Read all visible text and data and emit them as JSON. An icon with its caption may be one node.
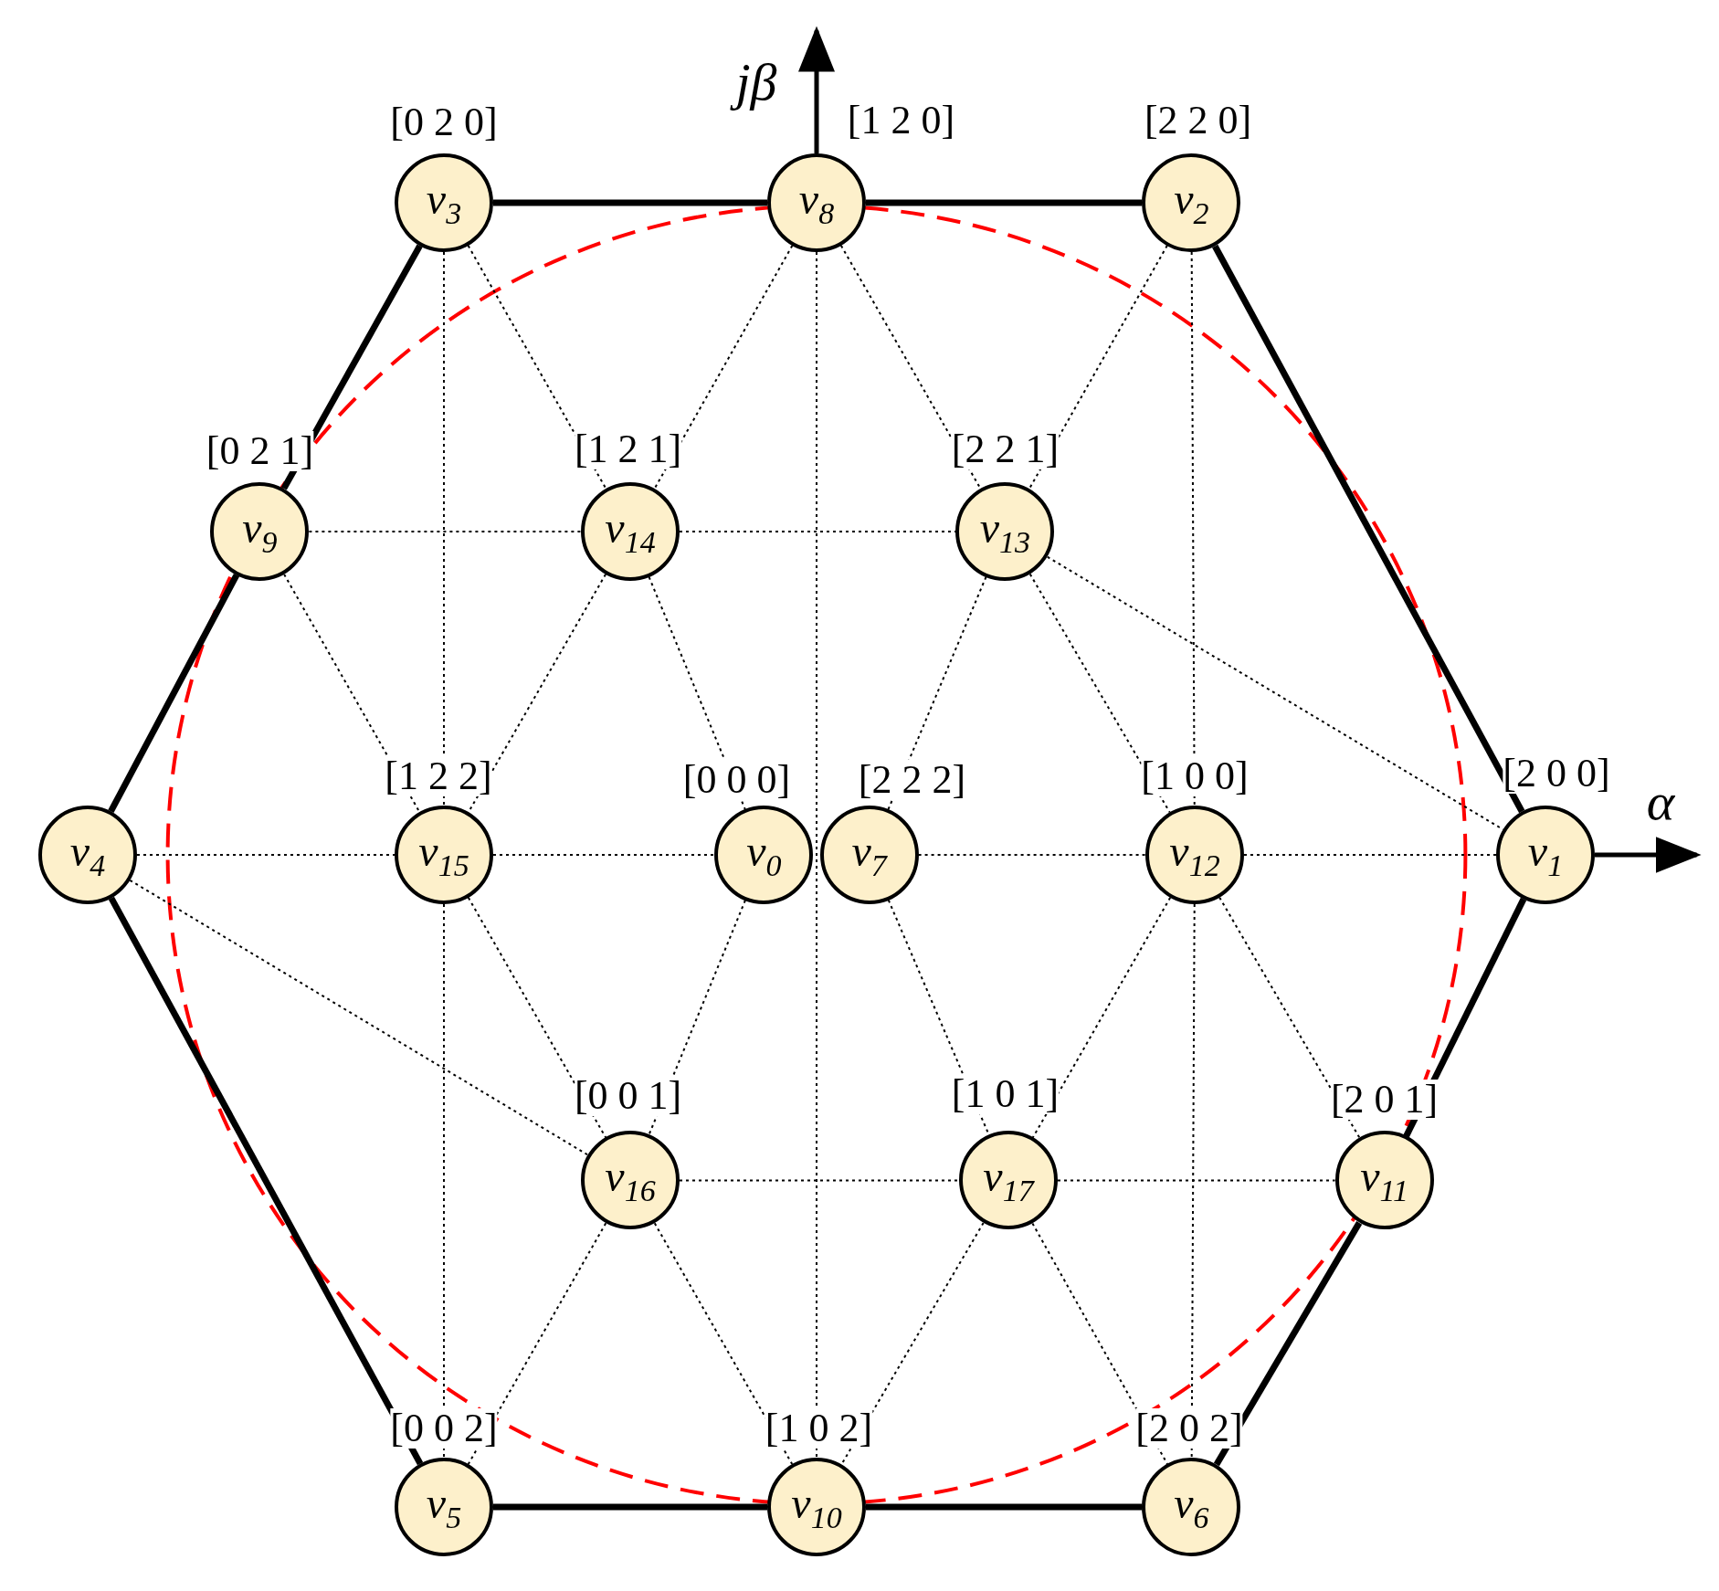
{
  "diagram": {
    "nodes": [
      {
        "text": [
          "v$_{3}$"
        ],
        "beside": [
          "[0 2 0]"
        ]
      },
      {
        "text": [
          "v$_{8}$"
        ],
        "beside": [
          "[1 2 0]"
        ]
      },
      {
        "text": [
          "v$_{2}$"
        ],
        "beside": [
          "[2 2 0]"
        ]
      },
      {
        "text": [
          "v$_{9}$"
        ],
        "beside": [
          "[0 2 1]"
        ]
      },
      {
        "text": [
          "v$_{14}$"
        ],
        "beside": [
          "[1 2 1]"
        ]
      },
      {
        "text": [
          "v$_{13}$"
        ],
        "beside": [
          "[2 2 1]"
        ]
      },
      {
        "text": [
          "v$_{4}$"
        ]
      },
      {
        "text": [
          "v$_{15}$"
        ],
        "beside": [
          "[1 2 2]"
        ]
      },
      {
        "text": [
          "v$_{0}$"
        ],
        "beside": [
          "[0 0 0]"
        ]
      },
      {
        "text": [
          "v$_{7}$"
        ],
        "beside": [
          "[2 2 2]"
        ]
      },
      {
        "text": [
          "v$_{12}$"
        ],
        "beside": [
          "[1 0 0]"
        ]
      },
      {
        "text": [
          "v$_{1}$"
        ],
        "beside": [
          "[2 0 0]"
        ]
      },
      {
        "text": [
          "v$_{16}$"
        ],
        "beside": [
          "[0 0 1]"
        ]
      },
      {
        "text": [
          "v$_{17}$"
        ],
        "beside": [
          "[1 0 1]"
        ]
      },
      {
        "text": [
          "v$_{11}$"
        ],
        "beside": [
          "[2 0 1]"
        ]
      },
      {
        "text": [
          "v$_{5}$"
        ],
        "beside": [
          "[0 0 2]"
        ]
      },
      {
        "text": [
          "v$_{10}$"
        ],
        "beside": [
          "[1 0 2]"
        ]
      },
      {
        "text": [
          "v$_{6}$"
        ],
        "beside": [
          "[2 0 2]"
        ]
      }
    ],
    "edges": [
      {
        "from": 0,
        "to": 1,
        "arrow": "none",
        "style": "thick"
      },
      {
        "from": 1,
        "to": 2,
        "arrow": "none",
        "style": "thick"
      },
      {
        "from": 2,
        "to": 11,
        "arrow": "none",
        "style": "thick"
      },
      {
        "from": 11,
        "to": 14,
        "arrow": "none",
        "style": "thick"
      },
      {
        "from": 14,
        "to": 17,
        "arrow": "none",
        "style": "thick"
      },
      {
        "from": 17,
        "to": 16,
        "arrow": "none",
        "style": "thick"
      },
      {
        "from": 16,
        "to": 15,
        "arrow": "none",
        "style": "thick"
      },
      {
        "from": 15,
        "to": 6,
        "arrow": "none",
        "style": "thick"
      },
      {
        "from": 6,
        "to": 3,
        "arrow": "none",
        "style": "thick"
      },
      {
        "from": 3,
        "to": 0,
        "arrow": "none",
        "style": "thick"
      },
      {
        "from": 3,
        "to": 4,
        "arrow": "none",
        "style": "dashed"
      },
      {
        "from": 4,
        "to": 5,
        "arrow": "none",
        "style": "dashed"
      },
      {
        "from": 6,
        "to": 7,
        "arrow": "none",
        "style": "dashed"
      },
      {
        "from": 7,
        "to": 8,
        "arrow": "none",
        "style": "dashed"
      },
      {
        "from": 9,
        "to": 10,
        "arrow": "none",
        "style": "dashed"
      },
      {
        "from": 10,
        "to": 11,
        "arrow": "none",
        "style": "dashed"
      },
      {
        "from": 12,
        "to": 13,
        "arrow": "none",
        "style": "dashed"
      },
      {
        "from": 13,
        "to": 14,
        "arrow": "none",
        "style": "dashed"
      },
      {
        "from": 0,
        "to": 7,
        "arrow": "none",
        "style": "dashed"
      },
      {
        "from": 7,
        "to": 15,
        "arrow": "none",
        "style": "dashed"
      },
      {
        "from": 1,
        "to": 16,
        "arrow": "none",
        "style": "dashed"
      },
      {
        "from": 2,
        "to": 10,
        "arrow": "none",
        "style": "dashed"
      },
      {
        "from": 10,
        "to": 17,
        "arrow": "none",
        "style": "dashed"
      },
      {
        "from": 0,
        "to": 4,
        "arrow": "none",
        "style": "dashed"
      },
      {
        "from": 1,
        "to": 4,
        "arrow": "none",
        "style": "dashed"
      },
      {
        "from": 1,
        "to": 5,
        "arrow": "none",
        "style": "dashed"
      },
      {
        "from": 2,
        "to": 5,
        "arrow": "none",
        "style": "dashed"
      },
      {
        "from": 3,
        "to": 7,
        "arrow": "none",
        "style": "dashed"
      },
      {
        "from": 4,
        "to": 7,
        "arrow": "none",
        "style": "dashed"
      },
      {
        "from": 4,
        "to": 8,
        "arrow": "none",
        "style": "dashed"
      },
      {
        "from": 5,
        "to": 9,
        "arrow": "none",
        "style": "dashed"
      },
      {
        "from": 5,
        "to": 10,
        "arrow": "none",
        "style": "dashed"
      },
      {
        "from": 5,
        "to": 11,
        "arrow": "none",
        "style": "dashed"
      },
      {
        "from": 6,
        "to": 12,
        "arrow": "none",
        "style": "dashed"
      },
      {
        "from": 7,
        "to": 12,
        "arrow": "none",
        "style": "dashed"
      },
      {
        "from": 8,
        "to": 12,
        "arrow": "none",
        "style": "dashed"
      },
      {
        "from": 9,
        "to": 13,
        "arrow": "none",
        "style": "dashed"
      },
      {
        "from": 10,
        "to": 13,
        "arrow": "none",
        "style": "dashed"
      },
      {
        "from": 10,
        "to": 14,
        "arrow": "none",
        "style": "dashed"
      },
      {
        "from": 12,
        "to": 15,
        "arrow": "none",
        "style": "dashed"
      },
      {
        "from": 12,
        "to": 16,
        "arrow": "none",
        "style": "dashed"
      },
      {
        "from": 13,
        "to": 16,
        "arrow": "none",
        "style": "dashed"
      },
      {
        "from": 13,
        "to": 17,
        "arrow": "none",
        "style": "dashed"
      }
    ],
    "labels": [
      "jβ",
      "α"
    ]
  }
}
